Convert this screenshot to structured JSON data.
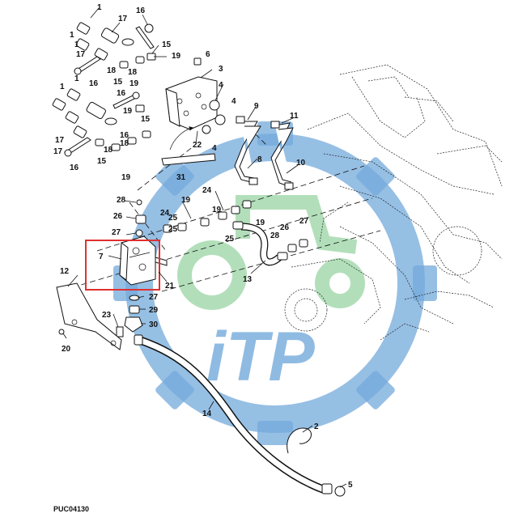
{
  "diagram": {
    "reference_code": "PUC04130",
    "watermark_text": "iTP",
    "colors": {
      "watermark_blue": "#5b9bd5",
      "watermark_green": "#8fcf9a",
      "highlight_red": "#e03030",
      "line": "#111111"
    },
    "callouts": [
      "1",
      "1",
      "17",
      "16",
      "15",
      "19",
      "18",
      "1",
      "17",
      "16",
      "15",
      "19",
      "18",
      "1",
      "1",
      "17",
      "16",
      "15",
      "19",
      "18",
      "16",
      "15",
      "17",
      "18",
      "16",
      "19",
      "6",
      "3",
      "4",
      "4",
      "22",
      "4",
      "9",
      "11",
      "8",
      "10",
      "31",
      "28",
      "26",
      "27",
      "24",
      "19",
      "25",
      "25",
      "19",
      "19",
      "27",
      "26",
      "28",
      "24",
      "25",
      "13",
      "7",
      "21",
      "12",
      "27",
      "29",
      "23",
      "30",
      "20",
      "14",
      "2",
      "5"
    ],
    "highlighted_part": "7"
  }
}
